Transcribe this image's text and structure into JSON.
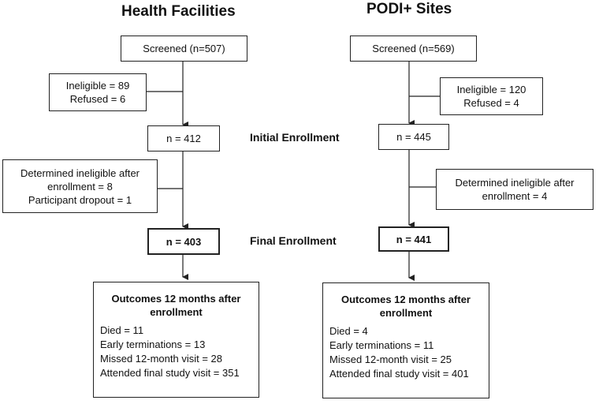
{
  "headings": {
    "left": "Health Facilities",
    "right": "PODI+ Sites"
  },
  "stage_labels": {
    "initial": "Initial Enrollment",
    "final": "Final Enrollment"
  },
  "left": {
    "screened": "Screened (n=507)",
    "exclusion1": [
      "Ineligible  = 89",
      "Refused = 6"
    ],
    "initial": "n = 412",
    "exclusion2": [
      "Determined ineligible after",
      "enrollment = 8",
      "Participant dropout = 1"
    ],
    "final": "n = 403",
    "outcomes_title": [
      "Outcomes 12 months after",
      "enrollment"
    ],
    "outcomes": [
      "Died = 11",
      "Early terminations = 13",
      "Missed 12-month visit = 28",
      "Attended final study visit = 351"
    ]
  },
  "right": {
    "screened": "Screened (n=569)",
    "exclusion1": [
      "Ineligible  = 120",
      "Refused = 4"
    ],
    "initial": "n = 445",
    "exclusion2": [
      "Determined ineligible after",
      "enrollment = 4"
    ],
    "final": "n = 441",
    "outcomes_title": [
      "Outcomes 12 months after",
      "enrollment"
    ],
    "outcomes": [
      "Died = 4",
      "Early terminations = 11",
      "Missed 12-month visit = 25",
      "Attended final study visit = 401"
    ]
  }
}
